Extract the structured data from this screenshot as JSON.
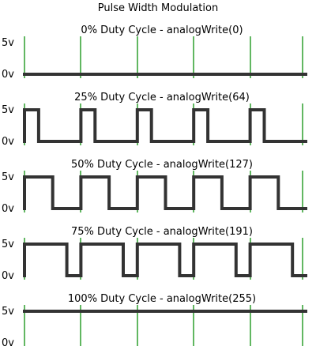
{
  "title": "Pulse Width Modulation",
  "colors": {
    "grid": "#3aa53a",
    "wave": "#333333",
    "text": "#000000",
    "background": "#ffffff"
  },
  "labels": {
    "high": "5v",
    "low": "0v"
  },
  "panels": [
    {
      "title": "0% Duty Cycle - analogWrite(0)",
      "duty": 0.0
    },
    {
      "title": "25% Duty Cycle - analogWrite(64)",
      "duty": 0.25
    },
    {
      "title": "50% Duty Cycle - analogWrite(127)",
      "duty": 0.5
    },
    {
      "title": "75% Duty Cycle - analogWrite(191)",
      "duty": 0.75
    },
    {
      "title": "100% Duty Cycle - analogWrite(255)",
      "duty": 1.0
    }
  ],
  "periods": 5
}
